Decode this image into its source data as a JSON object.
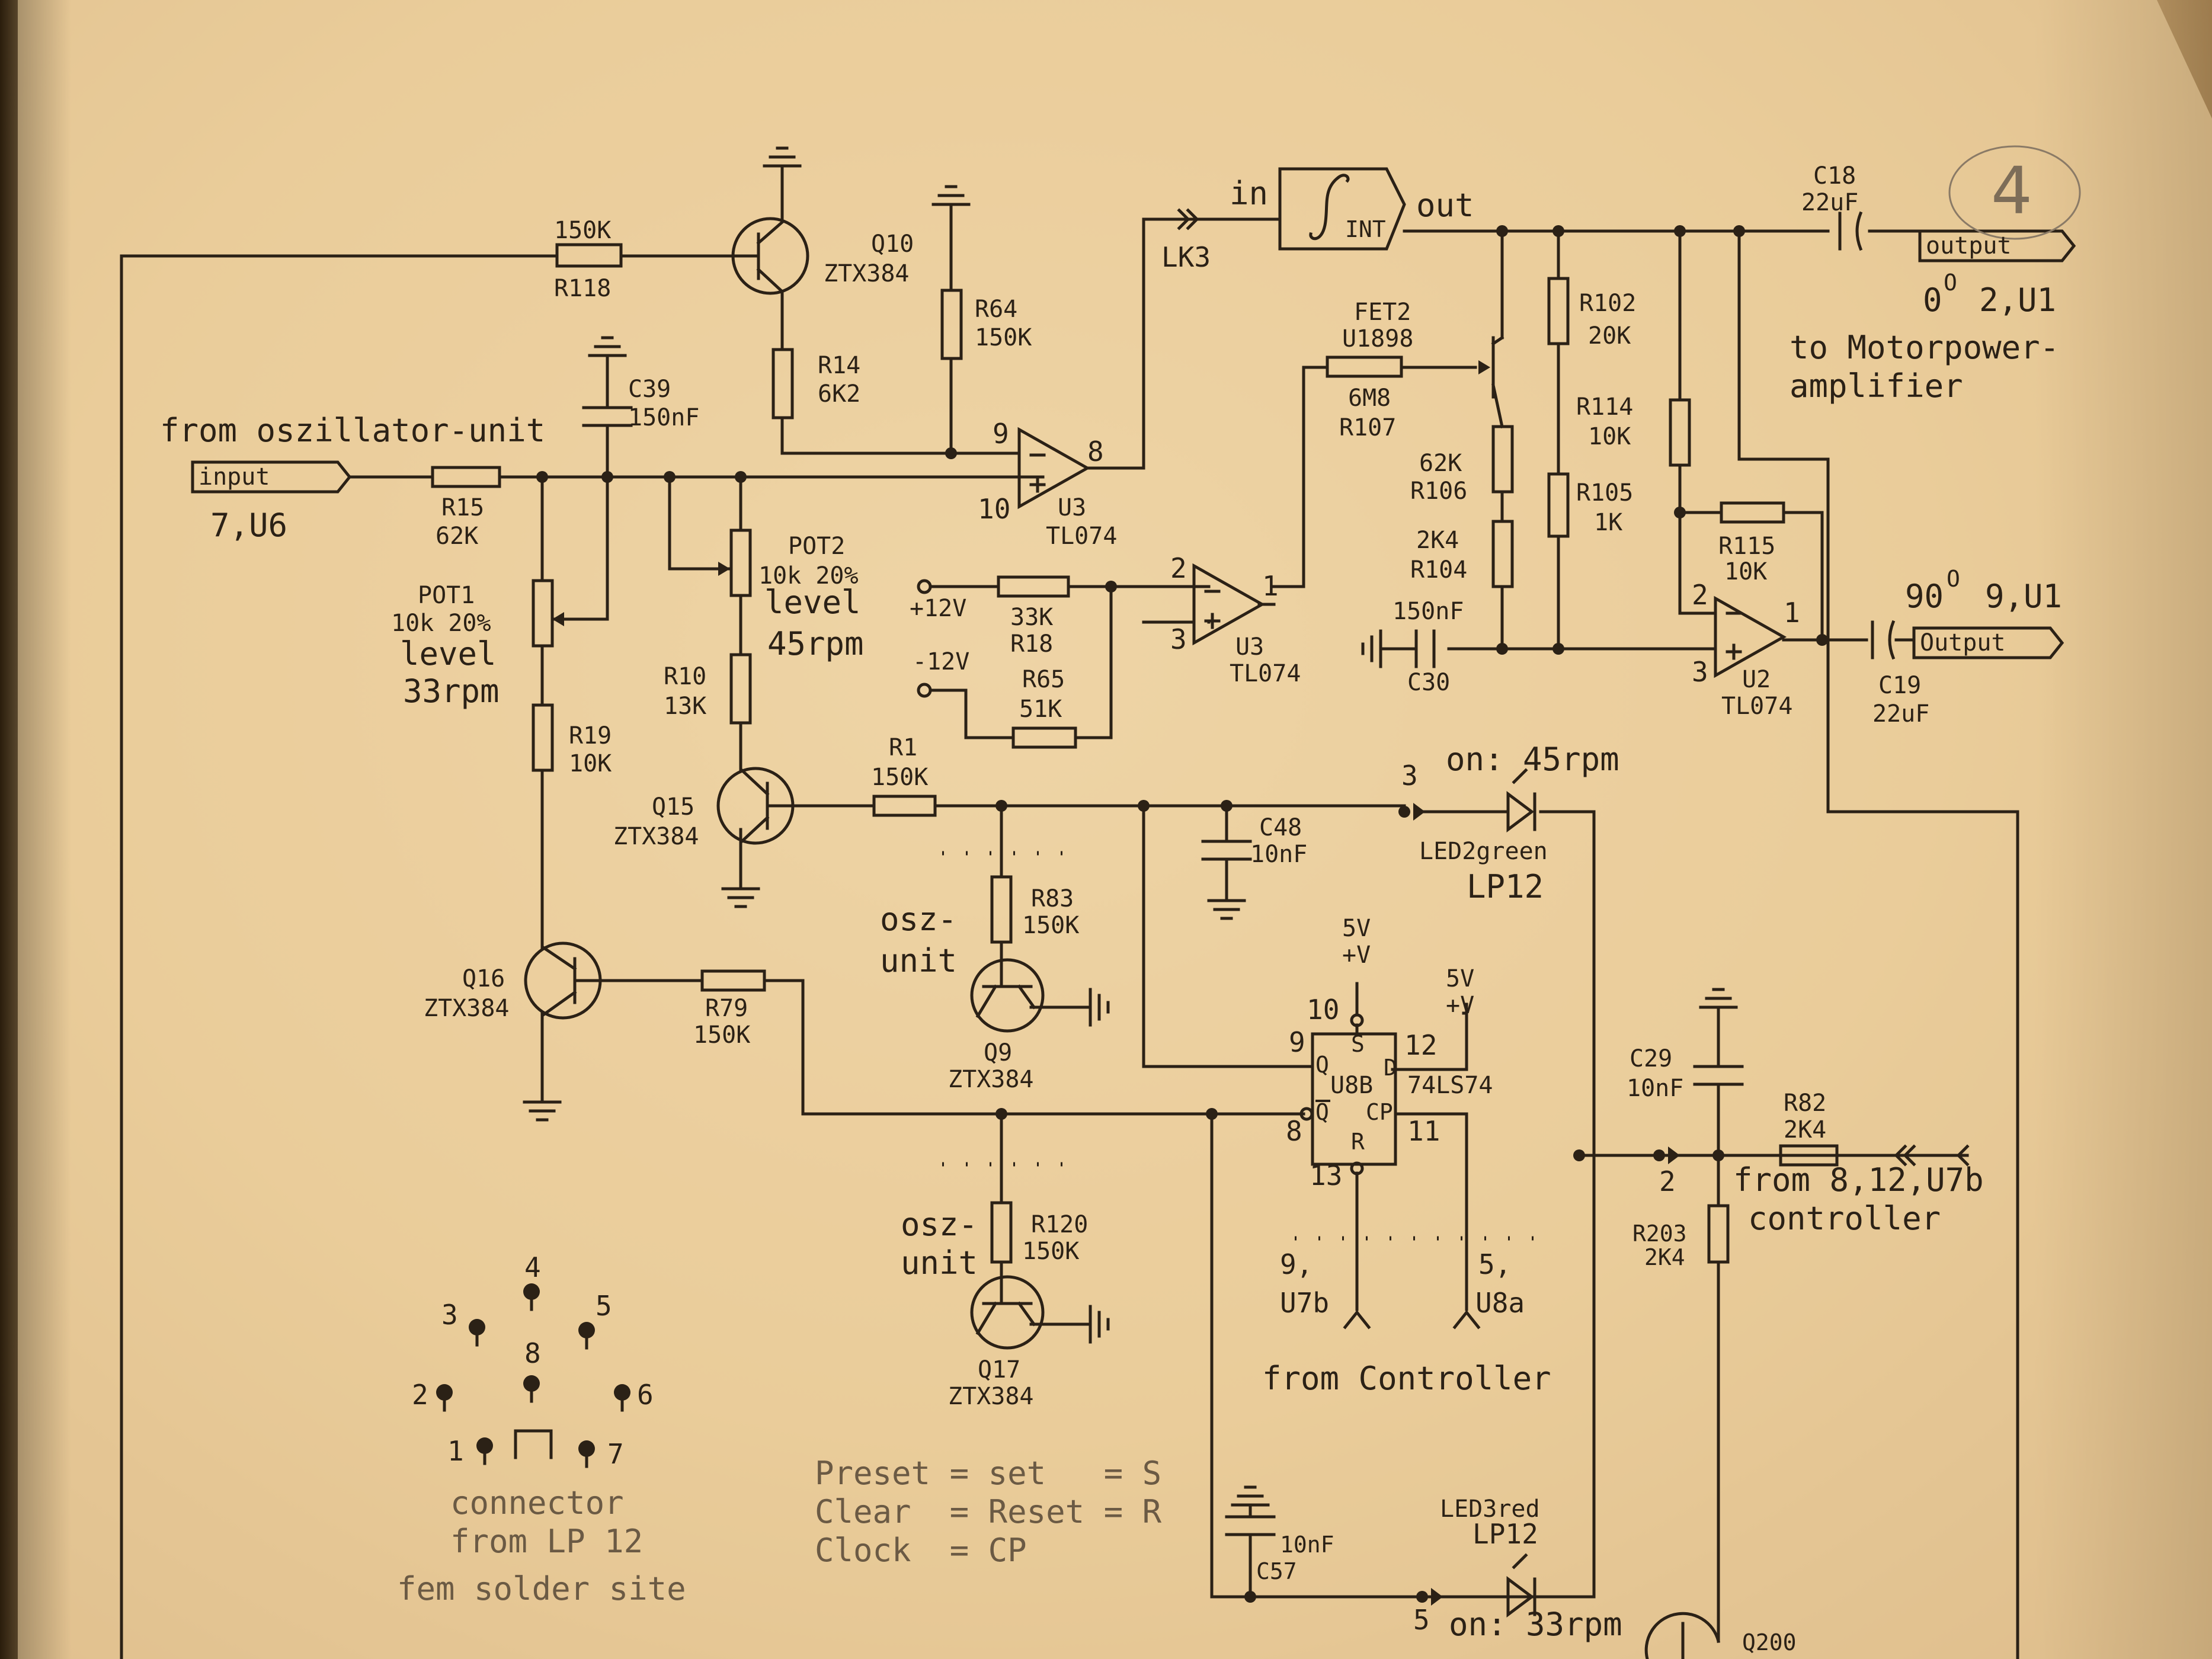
{
  "sheet_number": "4",
  "labels": {
    "from_osc": "from oszillator-unit",
    "input_tag": "input",
    "input_ref": "7,U6",
    "r118_val": "150K",
    "r118": "R118",
    "q10": "Q10",
    "q10_type": "ZTX384",
    "r14": "R14",
    "r14_val": "6K2",
    "r64": "R64",
    "r64_val": "150K",
    "c39": "C39",
    "c39_val": "150nF",
    "r15": "R15",
    "r15_val": "62K",
    "pot1": "POT1",
    "pot1_val": "10k 20%",
    "pot1_lvl": "level",
    "pot1_rpm": "33rpm",
    "pot2": "POT2",
    "pot2_val": "10k 20%",
    "pot2_lvl": "level",
    "pot2_rpm": "45rpm",
    "r19": "R19",
    "r19_val": "10K",
    "r10": "R10",
    "r10_val": "13K",
    "u3a": "U3",
    "u3a_type": "TL074",
    "pin9": "9",
    "pin8": "8",
    "pin10": "10",
    "lk3": "LK3",
    "int_in": "in",
    "int_out": "out",
    "int_label": "INT",
    "fet2": "FET2",
    "fet2_type": "U1898",
    "r107_val": "6M8",
    "r107": "R107",
    "r106_val": "62K",
    "r106": "R106",
    "r104_val": "2K4",
    "r104": "R104",
    "r102": "R102",
    "r102_val": "20K",
    "r114": "R114",
    "r114_val": "10K",
    "r105": "R105",
    "r105_val": "1K",
    "r115": "R115",
    "r115_val": "10K",
    "c18": "C18",
    "c18_val": "22uF",
    "output_tag1": "output",
    "deg0": "0",
    "deg_sym": "O",
    "u1_2": "2,U1",
    "motor1": "to Motorpower-",
    "motor2": "amplifier",
    "deg90": "90",
    "u1_9": "9,U1",
    "output_tag2": "Output",
    "c19": "C19",
    "c19_val": "22uF",
    "c30_val": "150nF",
    "c30": "C30",
    "u2": "U2",
    "u2_type": "TL074",
    "u2_p2": "2",
    "u2_p3": "3",
    "u2_p1": "1",
    "plus12": "+12V",
    "minus12": "-12V",
    "r18_val": "33K",
    "r18": "R18",
    "r65": "R65",
    "r65_val": "51K",
    "u3b": "U3",
    "u3b_type": "TL074",
    "u3b_p2": "2",
    "u3b_p3": "3",
    "u3b_p1": "1",
    "q15": "Q15",
    "q15_type": "ZTX384",
    "r1": "R1",
    "r1_val": "150K",
    "c48": "C48",
    "c48_val": "10nF",
    "led2_pin": "3",
    "led2_on": "on: 45rpm",
    "led2": "LED2green",
    "led2_lp": "LP12",
    "r83": "R83",
    "r83_val": "150K",
    "osz1a": "osz-",
    "osz1b": "unit",
    "q9": "Q9",
    "q9_type": "ZTX384",
    "q16": "Q16",
    "q16_type": "ZTX384",
    "r79": "R79",
    "r79_val": "150K",
    "v5a": "5V",
    "v5a_plus": "+V",
    "v5b": "5V",
    "v5b_plus": "+V",
    "u8b_p10": "10",
    "u8b_p9": "9",
    "u8b_p12": "12",
    "u8b_p8": "8",
    "u8b_p11": "11",
    "u8b_p13": "13",
    "u8b_s": "S",
    "u8b_d": "D",
    "u8b_q": "Q",
    "u8b_qn": "Q",
    "u8b_cp": "CP",
    "u8b_r": "R",
    "u8b": "U8B",
    "u8b_type": "74LS74",
    "ref9": "9,",
    "ref_u7b": "U7b",
    "ref5": "5,",
    "ref_u8a": "U8a",
    "from_controller": "from Controller",
    "r120": "R120",
    "r120_val": "150K",
    "osz2a": "osz-",
    "osz2b": "unit",
    "q17": "Q17",
    "q17_type": "ZTX384",
    "c29": "C29",
    "c29_val": "10nF",
    "r82": "R82",
    "r82_val": "2K4",
    "pin2": "2",
    "from_u7b": "from 8,12,U7b",
    "controller": "controller",
    "r203": "R203",
    "r203_val": "2K4",
    "c57_val": "10nF",
    "c57": "C57",
    "led3": "LED3red",
    "led3_lp": "LP12",
    "led3_pin": "5",
    "led3_on": "on: 33rpm",
    "q200": "Q200",
    "conn_pins": [
      "1",
      "2",
      "3",
      "4",
      "5",
      "6",
      "7",
      "8"
    ],
    "conn1": "connector",
    "conn2": "from LP 12",
    "conn3": "fem solder site",
    "legend1": "Preset = set   = S",
    "legend2": "Clear  = Reset = R",
    "legend3": "Clock  = CP"
  },
  "colors": {
    "ink": "#2b2116",
    "paper": "#ecd1a2"
  }
}
